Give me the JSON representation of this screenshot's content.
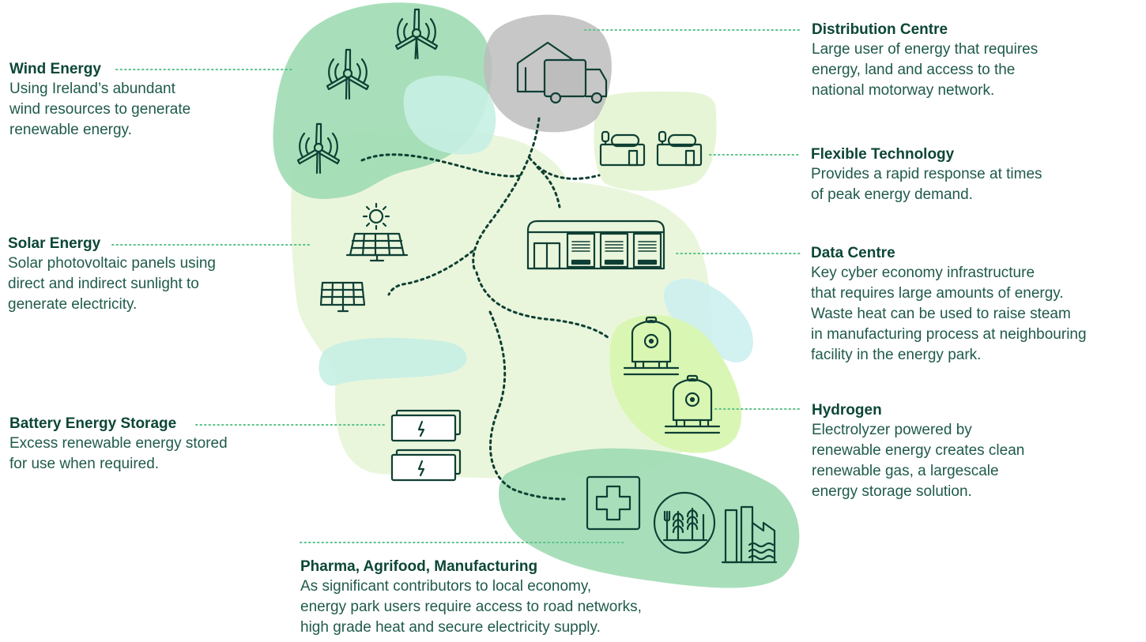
{
  "colors": {
    "dark_green": "#0f3f34",
    "blob_green": "#9edcb3",
    "blob_light": "#e6f5d6",
    "blob_grey": "#bdbdbd",
    "blob_mint": "#c7efe3",
    "blob_lime": "#d8f5b0",
    "leader_green": "#5cc28a"
  },
  "sections": {
    "wind": {
      "title": "Wind Energy",
      "lines": [
        "Using Ireland’s abundant",
        "wind resources to generate",
        "renewable energy."
      ],
      "icon": "wind-turbine-icon"
    },
    "solar": {
      "title": "Solar Energy",
      "lines": [
        "Solar photovoltaic panels using",
        "direct and indirect sunlight to",
        "generate electricity."
      ],
      "icon": "solar-panel-icon"
    },
    "battery": {
      "title": "Battery Energy Storage",
      "lines": [
        "Excess renewable energy stored",
        "for use when required."
      ],
      "icon": "battery-icon"
    },
    "distribution": {
      "title": "Distribution Centre",
      "lines": [
        "Large user of energy that requires",
        "energy, land and access to the",
        "national motorway network."
      ],
      "icon": "warehouse-truck-icon"
    },
    "flexible": {
      "title": "Flexible Technology",
      "lines": [
        "Provides a rapid response at times",
        "of peak energy demand."
      ],
      "icon": "generator-icon"
    },
    "datacentre": {
      "title": "Data Centre",
      "lines": [
        "Key cyber economy infrastructure",
        "that requires large amounts of energy.",
        "Waste heat can be used to raise steam",
        "in manufacturing process at neighbouring",
        "facility in the energy park."
      ],
      "icon": "data-centre-icon"
    },
    "hydrogen": {
      "title": "Hydrogen",
      "lines": [
        "Electrolyzer powered by",
        "renewable energy creates clean",
        "renewable gas, a largescale",
        "energy storage solution."
      ],
      "icon": "hydrogen-tank-icon"
    },
    "pharma": {
      "title": "Pharma, Agrifood, Manufacturing",
      "lines": [
        "As significant contributors to local economy,",
        "energy park users require access to road networks,",
        "high grade heat and secure electricity supply."
      ],
      "icons": [
        "medical-cross-icon",
        "agrifood-icon",
        "factory-icon"
      ]
    }
  }
}
